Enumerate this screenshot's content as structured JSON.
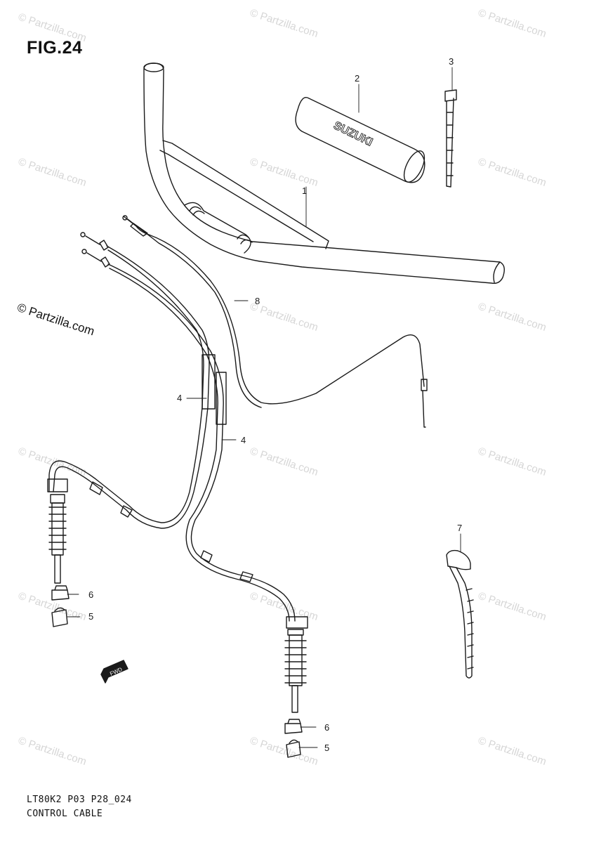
{
  "figure": {
    "title": "FIG.24",
    "code": "LT80K2 P03 P28_024",
    "caption": "CONTROL CABLE"
  },
  "watermark": {
    "small_text": "© Partzilla.com",
    "large_text": "© Partzilla.com"
  },
  "grip_brand": "SUZUKI",
  "fwd_label": "FWD",
  "callouts": [
    "1",
    "2",
    "3",
    "4",
    "4",
    "5",
    "5",
    "6",
    "6",
    "7",
    "8"
  ],
  "colors": {
    "line": "#1a1a1a",
    "watermark": "#d6d6d6",
    "background": "#ffffff"
  }
}
